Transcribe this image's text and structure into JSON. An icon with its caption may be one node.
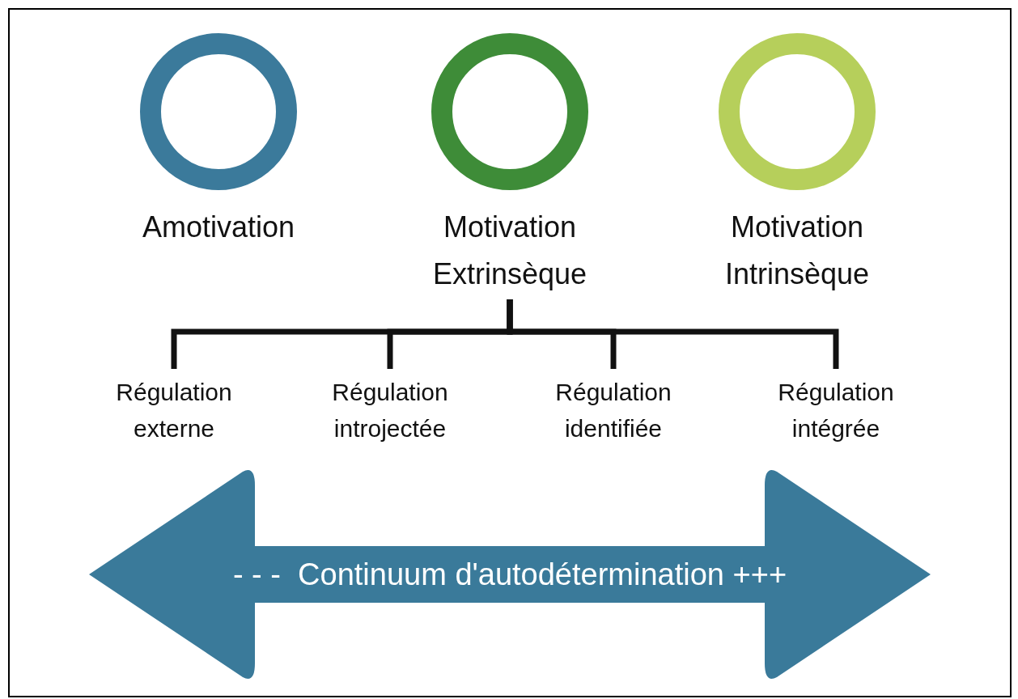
{
  "diagram": {
    "nodes": [
      {
        "text": [
          "Amotivation"
        ]
      },
      {
        "text": [
          "Motivation Extrinsèque"
        ]
      },
      {
        "text": [
          "Motivation Intrinsèque"
        ]
      },
      {
        "text": [
          "Régulation externe"
        ]
      },
      {
        "text": [
          "Régulation introjectée"
        ]
      },
      {
        "text": [
          "Régulation identifiée"
        ]
      },
      {
        "text": [
          "Régulation intégrée"
        ]
      },
      {
        "text": [
          "- - -  Continuum d'autodétermination +++"
        ]
      }
    ],
    "edges": [
      {
        "from": 1,
        "to": 3,
        "arrow": "none"
      },
      {
        "from": 1,
        "to": 4,
        "arrow": "none"
      },
      {
        "from": 1,
        "to": 5,
        "arrow": "none"
      },
      {
        "from": 1,
        "to": 6,
        "arrow": "none"
      }
    ]
  }
}
